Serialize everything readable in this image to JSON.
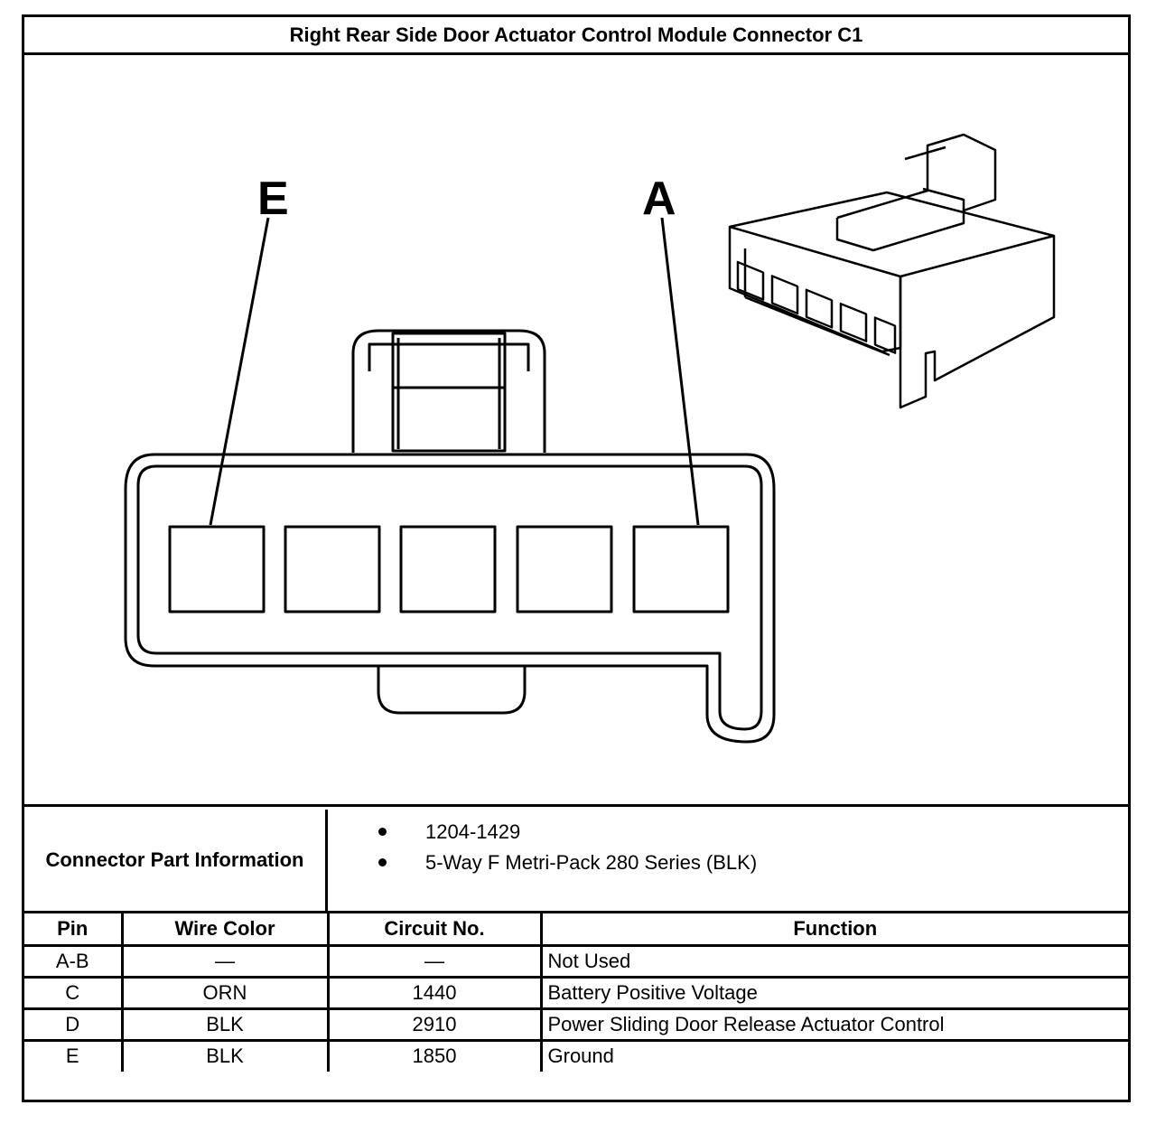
{
  "title": "Right Rear Side Door Actuator Control Module Connector C1",
  "diagram": {
    "labels": [
      "E",
      "A"
    ]
  },
  "part_info": {
    "label": "Connector Part Information",
    "items": [
      "1204-1429",
      "5-Way F Metri-Pack 280 Series (BLK)"
    ]
  },
  "table": {
    "headers": [
      "Pin",
      "Wire Color",
      "Circuit No.",
      "Function"
    ],
    "rows": [
      [
        "A-B",
        "—",
        "—",
        "Not Used"
      ],
      [
        "C",
        "ORN",
        "1440",
        "Battery Positive Voltage"
      ],
      [
        "D",
        "BLK",
        "2910",
        "Power Sliding Door Release Actuator Control"
      ],
      [
        "E",
        "BLK",
        "1850",
        "Ground"
      ]
    ]
  }
}
